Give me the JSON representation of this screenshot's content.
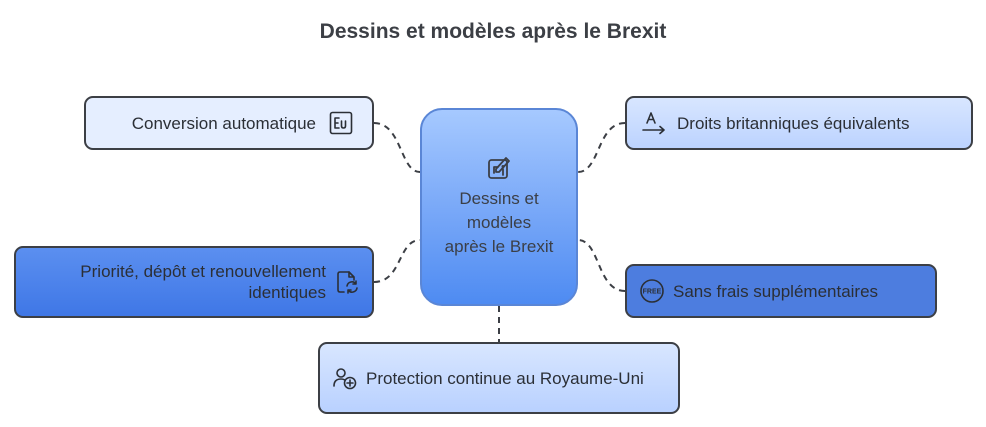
{
  "title": "Dessins et modèles après le Brexit",
  "center": {
    "label": "Dessins et modèles après le Brexit",
    "icon": "design-tools-icon"
  },
  "nodes": {
    "conversion": {
      "label": "Conversion automatique",
      "icon": "eu-icon"
    },
    "droits": {
      "label": "Droits britanniques équivalents",
      "icon": "text-transform-icon"
    },
    "priorite": {
      "label": "Priorité, dépôt et renouvellement identiques",
      "icon": "document-renew-icon"
    },
    "sans_frais": {
      "label": "Sans frais supplémentaires",
      "icon": "free-badge-icon"
    },
    "protection": {
      "label": "Protection continue au Royaume-Uni",
      "icon": "user-shield-icon"
    }
  },
  "colors": {
    "center_top": "#a6c9ff",
    "center_bottom": "#4e8bf2",
    "light_box": "#e5eeff",
    "medium_box": "#bcd3ff",
    "dark_box": "#4d7ddf",
    "outline": "#3c3f45"
  }
}
